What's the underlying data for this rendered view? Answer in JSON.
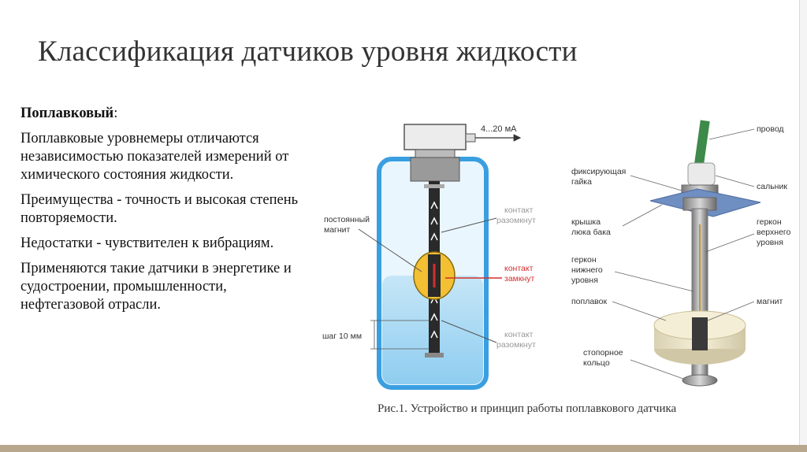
{
  "slide": {
    "title": "Классификация датчиков уровня жидкости",
    "subheading": "Поплавковый",
    "subheading_suffix": ":",
    "paragraphs": [
      "Поплавковые уровнемеры отличаются независимостью показателей измерений от химического состояния жидкости.",
      "Преимущества - точность и высокая степень повторяемости.",
      "Недостатки - чувствителен к вибрациям.",
      "Применяются такие датчики в энергетике и судостроении, промышленности, нефтегазовой отрасли."
    ]
  },
  "figure": {
    "caption": "Рис.1. Устройство и принцип работы поплавкового датчика",
    "left": {
      "output_label": "4...20 мА",
      "magnet_label": [
        "постоянный",
        "магнит"
      ],
      "contact_open_top": [
        "контакт",
        "разомкнут"
      ],
      "contact_closed": [
        "контакт",
        "замкнут"
      ],
      "contact_open_bottom": [
        "контакт",
        "разомкнут"
      ],
      "step_label": "шаг 10 мм"
    },
    "right": {
      "wire": "провод",
      "fixing_nut": [
        "фиксирующая",
        "гайка"
      ],
      "gland": "сальник",
      "tank_lid": [
        "крышка",
        "люка бака"
      ],
      "upper_reed": [
        "геркон",
        "верхнего",
        "уровня"
      ],
      "lower_reed": [
        "геркон",
        "нижнего",
        "уровня"
      ],
      "float": "поплавок",
      "magnet": "магнит",
      "stop_ring": [
        "стопорное",
        "кольцо"
      ]
    },
    "colors": {
      "water": "#9fd6f1",
      "tank_outline": "#3a9fe0",
      "float": "#f3c033",
      "closed_contact": "#d32f2f",
      "rod": "#2a2a2a"
    }
  }
}
